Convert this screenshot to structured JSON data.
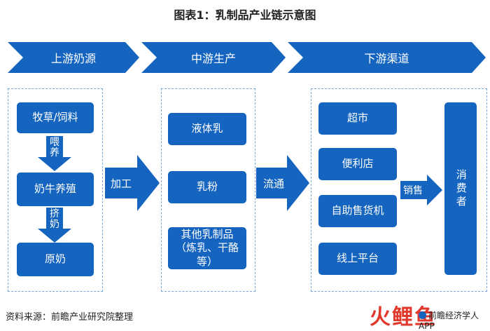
{
  "title": "图表1：乳制品产业链示意图",
  "banners": {
    "upstream": "上游奶源",
    "midstream": "中游生产",
    "downstream": "下游渠道"
  },
  "upstream": {
    "box1": "牧草/饲料",
    "arrow1": "喂养",
    "box2": "奶牛养殖",
    "arrow2": "挤奶",
    "box3": "原奶"
  },
  "arrow_process": "加工",
  "midstream": {
    "box1": "液体乳",
    "box2": "乳粉",
    "box3": "其他乳制品（炼乳、干酪等）"
  },
  "arrow_circulate": "流通",
  "downstream": {
    "box1": "超市",
    "box2": "便利店",
    "box3": "自助售货机",
    "box4": "线上平台"
  },
  "arrow_sell": "销售",
  "consumer": "消费者",
  "source": "资料来源：前瞻产业研究院整理",
  "logo_text": "火鲤鱼",
  "brand_text": "前瞻经济学人APP",
  "colors": {
    "primary": "#1565c0",
    "dashed_border": "#7aa7d8",
    "logo": "#e0392c"
  }
}
